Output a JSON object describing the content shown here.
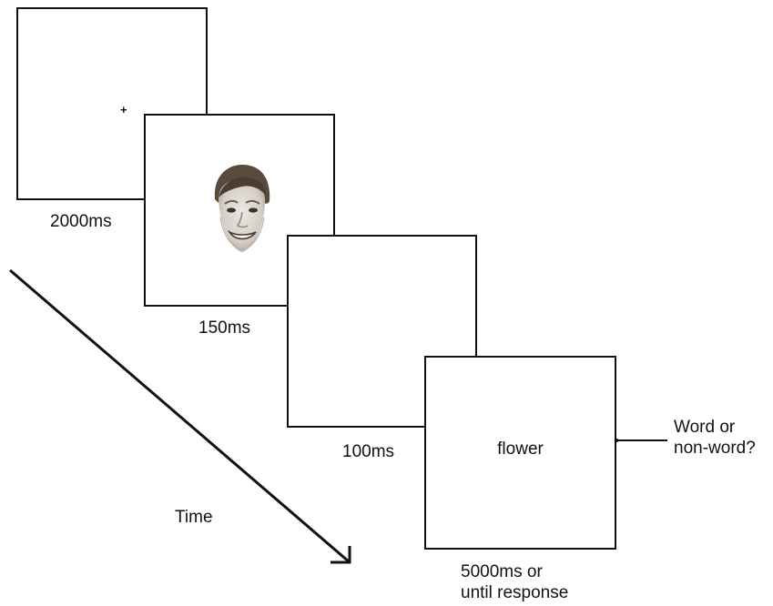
{
  "frames": [
    {
      "stimulus": "+",
      "duration": "2000ms"
    },
    {
      "stimulus_icon": "smiling-face-photo-icon",
      "duration": "150ms"
    },
    {
      "stimulus": "",
      "duration": "100ms"
    },
    {
      "stimulus": "flower",
      "duration_lines": [
        "5000ms or",
        "until response"
      ]
    }
  ],
  "time_label": "Time",
  "response_question_lines": [
    "Word or",
    "non-word?"
  ],
  "colors": {
    "line": "#111111",
    "background": "#ffffff",
    "hair": "#5a4a3c",
    "skin": "#d9d3cc"
  }
}
